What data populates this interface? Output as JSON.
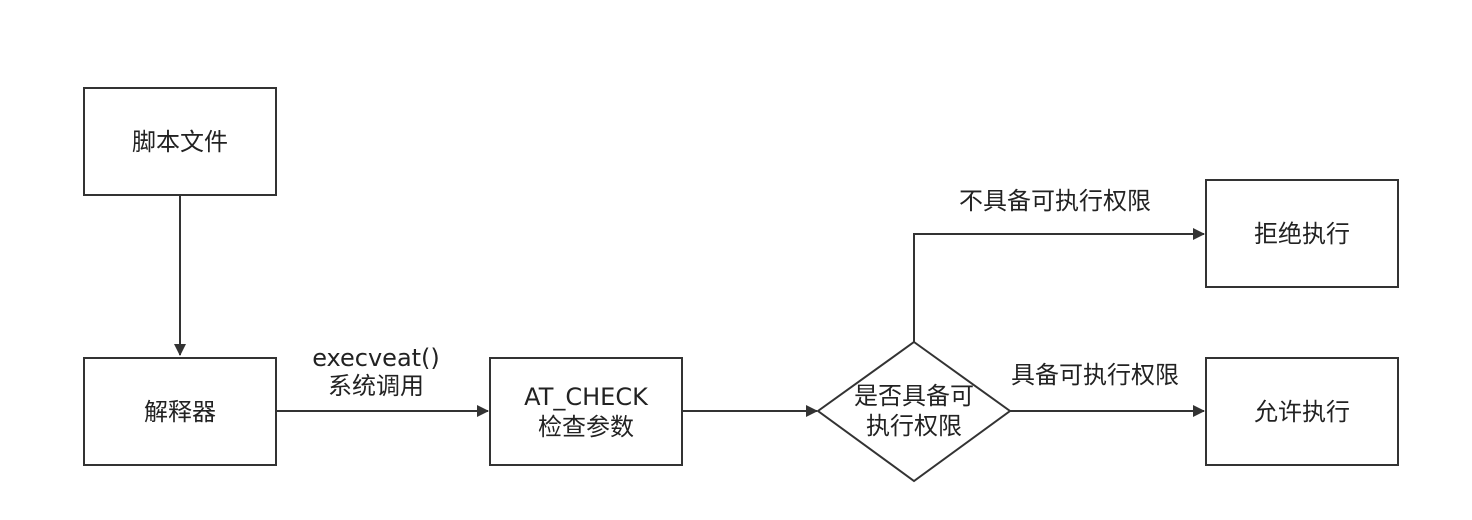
{
  "nodes": {
    "script_file": "脚本文件",
    "interpreter": "解释器",
    "at_check_line1": "AT_CHECK",
    "at_check_line2": "检查参数",
    "decision_line1": "是否具备可",
    "decision_line2": "执行权限",
    "deny": "拒绝执行",
    "allow": "允许执行"
  },
  "edges": {
    "execveat_line1": "execveat()",
    "execveat_line2": "系统调用",
    "no_permission": "不具备可执行权限",
    "has_permission": "具备可执行权限"
  },
  "colors": {
    "stroke": "#333333",
    "text": "#222222",
    "background": "#ffffff"
  }
}
